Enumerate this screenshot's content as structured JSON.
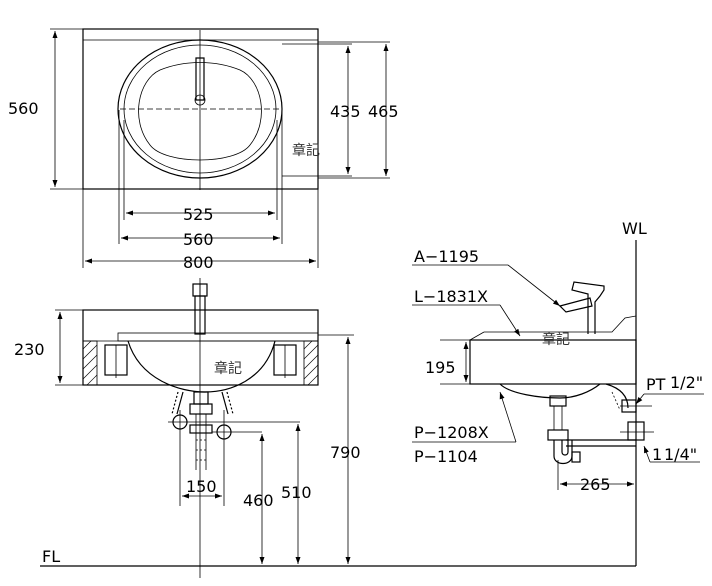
{
  "top_view": {
    "dims": {
      "depth_total": "560",
      "bowl_depth_inner": "435",
      "bowl_depth_outer": "465",
      "bowl_width_inner": "525",
      "bowl_width_outer": "560",
      "counter_width": "800"
    },
    "stamp": "章記"
  },
  "front_view": {
    "dims": {
      "counter_height": "230",
      "mount_height": "790",
      "drain_spacing": "150",
      "supply_height": "460",
      "drain_height": "510"
    },
    "stamp": "章記"
  },
  "side_view": {
    "dims": {
      "counter_height": "195",
      "trap_offset": "265"
    },
    "labels": {
      "wall_line": "WL",
      "faucet": "A−1195",
      "lavatory": "L−1831X",
      "trap_1": "P−1208X",
      "trap_2": "P−1104",
      "pt_prefix": "PT",
      "pt_fraction": "1/2\"",
      "pipe_whole": "1",
      "pipe_fraction": "1/4\""
    },
    "stamp": "章記"
  },
  "floor_line": "FL"
}
